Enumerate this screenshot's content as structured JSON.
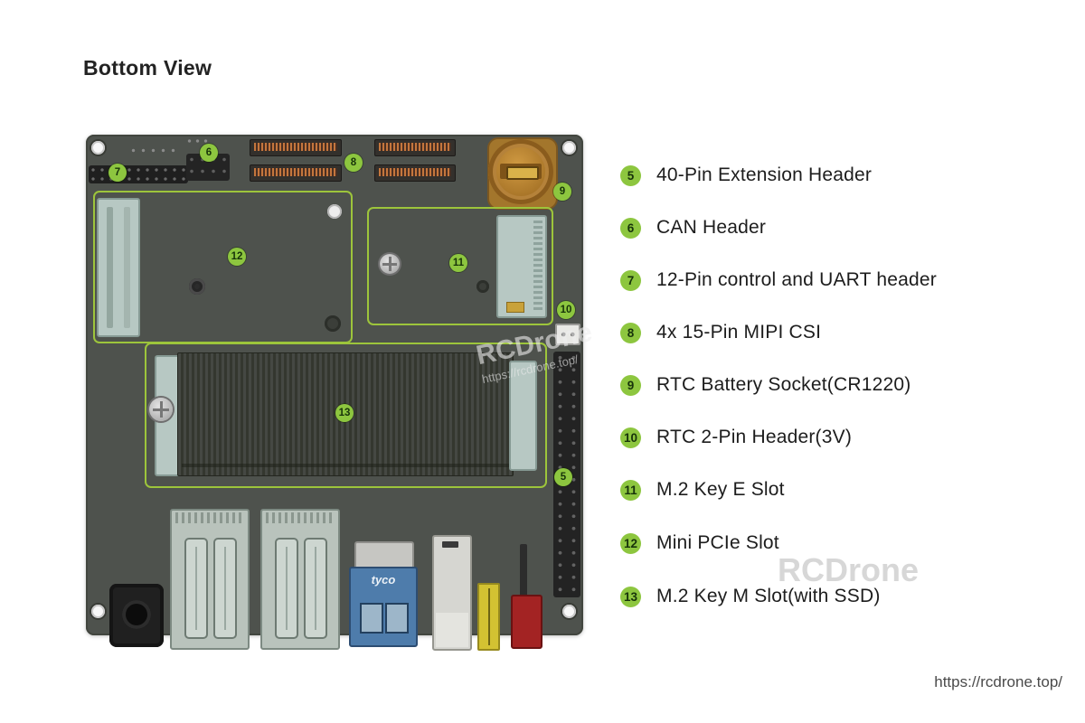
{
  "title": "Bottom View",
  "colors": {
    "badge_green": "#8dc63f",
    "board_gray": "#4e524d",
    "outline_green": "#9dc53b"
  },
  "legend": {
    "items": [
      {
        "num": "5",
        "label": "40-Pin Extension Header"
      },
      {
        "num": "6",
        "label": "CAN Header"
      },
      {
        "num": "7",
        "label": "12-Pin control and UART header"
      },
      {
        "num": "8",
        "label": "4x 15-Pin MIPI CSI"
      },
      {
        "num": "9",
        "label": "RTC Battery Socket(CR1220)"
      },
      {
        "num": "10",
        "label": "RTC 2-Pin Header(3V)"
      },
      {
        "num": "11",
        "label": "M.2 Key E Slot"
      },
      {
        "num": "12",
        "label": "Mini PCIe Slot"
      },
      {
        "num": "13",
        "label": "M.2 Key M Slot(with SSD)"
      }
    ]
  },
  "board_badges": [
    {
      "num": "7"
    },
    {
      "num": "6"
    },
    {
      "num": "8"
    },
    {
      "num": "9"
    },
    {
      "num": "12"
    },
    {
      "num": "11"
    },
    {
      "num": "10"
    },
    {
      "num": "13"
    },
    {
      "num": "5"
    }
  ],
  "board": {
    "ethernet_label": "tyco"
  },
  "watermarks": {
    "center_text": "RCDrone",
    "center_url": "https://rcdrone.top/",
    "right_text": "RCDrone",
    "footer_url": "https://rcdrone.top/"
  }
}
